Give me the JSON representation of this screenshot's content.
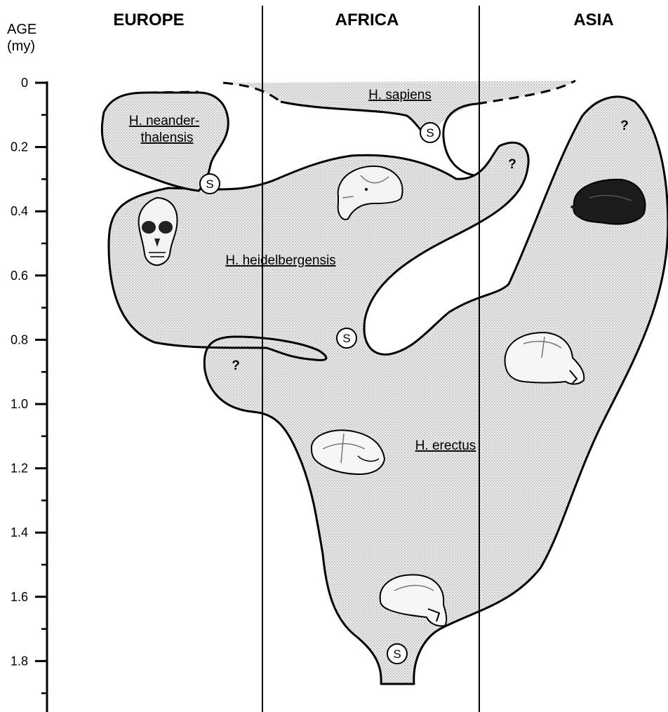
{
  "headers": {
    "age_title": "AGE",
    "age_unit": "(my)",
    "regions": [
      "EUROPE",
      "AFRICA",
      "ASIA"
    ]
  },
  "age_axis": {
    "ticks": [
      "0",
      "0.2",
      "0.4",
      "0.6",
      "0.8",
      "1.0",
      "1.2",
      "1.4",
      "1.6",
      "1.8"
    ]
  },
  "taxa": {
    "sapiens": "H. sapiens",
    "neanderthalensis_line1": "H. neander-",
    "neanderthalensis_line2": "thalensis",
    "heidelbergensis": "H. heidelbergensis",
    "erectus": "H. erectus"
  },
  "markers": {
    "speciation": "S",
    "unknown": "?"
  },
  "colors": {
    "ink": "#000000",
    "stipple": "#d6d6d6",
    "skull_dark": "#1b1b1b"
  },
  "icons": [
    "skull-neanderthal-frontal-icon",
    "skull-heidelbergensis-icon",
    "skull-asian-dark-icon",
    "skull-asian-erectus-icon",
    "skull-african-erectus-icon",
    "skull-early-erectus-icon"
  ]
}
